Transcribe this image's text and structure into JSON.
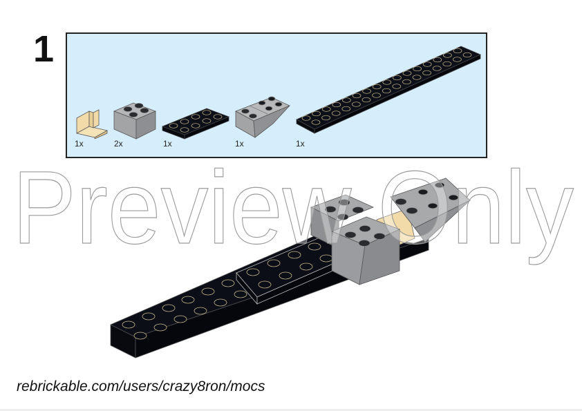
{
  "step": {
    "number": "1"
  },
  "parts_list": {
    "background": "#d6edfb",
    "items": [
      {
        "name": "tan bracket 1x2-1x2",
        "color": "#f2dba8",
        "quantity": "1x"
      },
      {
        "name": "light bluish gray brick 2x2",
        "color": "#a8a9ab",
        "quantity": "2x"
      },
      {
        "name": "black plate 2x4",
        "color": "#0d1018",
        "quantity": "1x"
      },
      {
        "name": "light bluish gray inverted slope 2x3",
        "color": "#a8a9ab",
        "quantity": "1x"
      },
      {
        "name": "black plate 2x16",
        "color": "#0d1018",
        "quantity": "1x"
      }
    ]
  },
  "watermark": {
    "text": "Preview Only"
  },
  "footer": {
    "url_text": "rebrickable.com/users/crazy8ron/mocs"
  }
}
